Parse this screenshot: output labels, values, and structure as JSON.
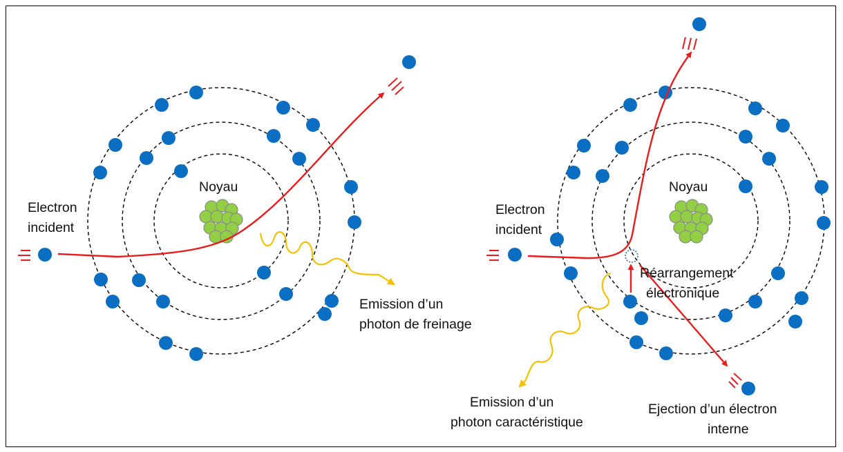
{
  "colors": {
    "electron": "#0a6fc2",
    "nucleus": "#92cf45",
    "nucleus_outline": "#8a8a8a",
    "trajectory": "#e81c1c",
    "photon": "#f5c000",
    "orbit": "#000000",
    "vacancy": "#2b6ea8"
  },
  "left": {
    "nucleus_label": "Noyau",
    "incident_label_line1": "Electron",
    "incident_label_line2": "incident",
    "photon_label_line1": "Emission d’un",
    "photon_label_line2": "photon de freinage"
  },
  "right": {
    "nucleus_label": "Noyau",
    "incident_label_line1": "Electron",
    "incident_label_line2": "incident",
    "rearrangement_line1": "Réarrangement",
    "rearrangement_line2": "électronique",
    "photon_label_line1": "Emission d’un",
    "photon_label_line2": "photon caractéristique",
    "ejection_line1": "Ejection d’un électron",
    "ejection_line2": "interne"
  }
}
